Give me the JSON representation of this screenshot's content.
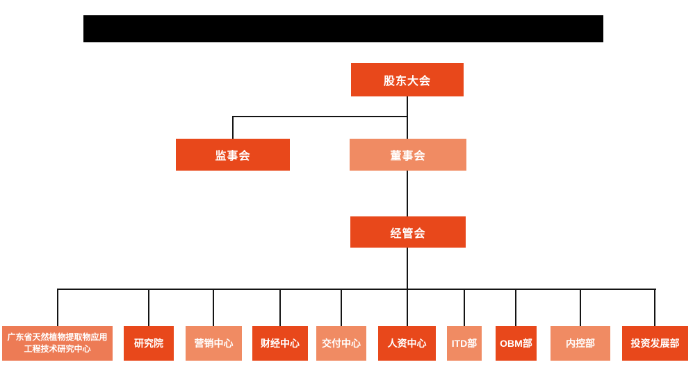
{
  "title_banner": {
    "text": "",
    "background": "#000000"
  },
  "colors": {
    "deep_orange": "#E8481B",
    "light_orange": "#F08B63",
    "medium_orange": "#ED7B55",
    "connector_line": "#141414",
    "background": "#FFFFFF",
    "node_text": "#FFFFFF"
  },
  "org": {
    "root": {
      "label": "股东大会",
      "tone": "deep"
    },
    "level2": [
      {
        "label": "监事会",
        "tone": "deep"
      },
      {
        "label": "董事会",
        "tone": "light"
      }
    ],
    "level3": [
      {
        "label": "经管会",
        "tone": "deep"
      }
    ],
    "departments": [
      {
        "label": "广东省天然植物提取物应用工程技术研究中心",
        "tone": "medium"
      },
      {
        "label": "研究院",
        "tone": "deep"
      },
      {
        "label": "营销中心",
        "tone": "light"
      },
      {
        "label": "财经中心",
        "tone": "deep"
      },
      {
        "label": "交付中心",
        "tone": "light"
      },
      {
        "label": "人资中心",
        "tone": "deep"
      },
      {
        "label": "ITD部",
        "tone": "light"
      },
      {
        "label": "OBM部",
        "tone": "deep"
      },
      {
        "label": "内控部",
        "tone": "light"
      },
      {
        "label": "投资发展部",
        "tone": "deep"
      }
    ]
  }
}
